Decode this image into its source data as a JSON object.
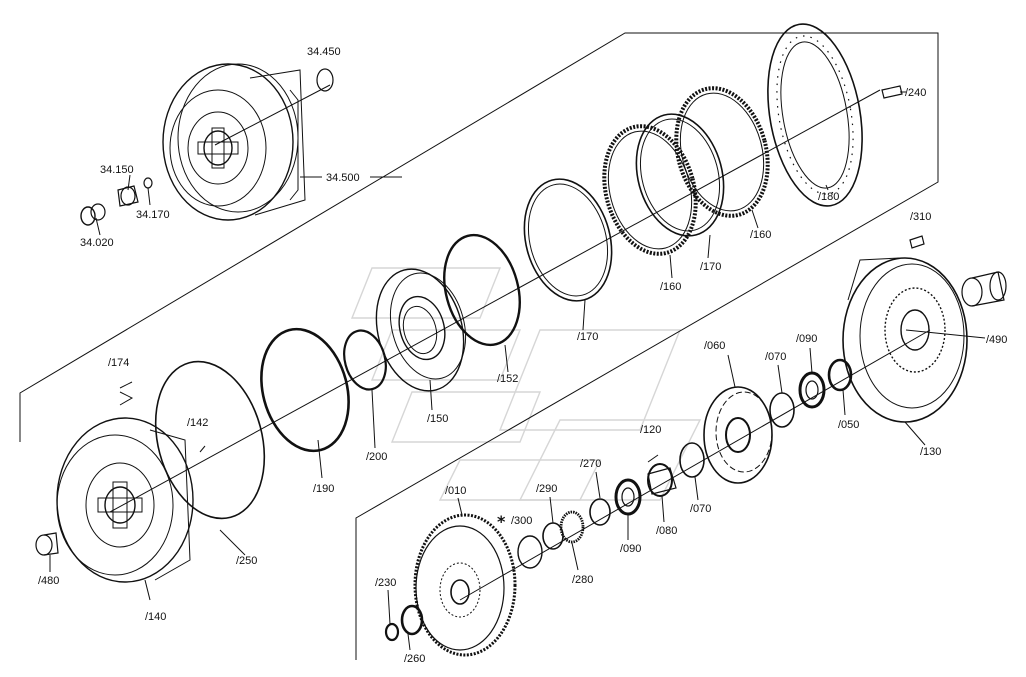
{
  "diagram": {
    "labels": {
      "l34450": "34.450",
      "l34500": "34.500",
      "l34150": "34.150",
      "l34170": "34.170",
      "l34020": "34.020",
      "l174": "/174",
      "l142": "/142",
      "l480": "/480",
      "l140": "/140",
      "l250": "/250",
      "l190": "/190",
      "l200": "/200",
      "l150": "/150",
      "l152": "/152",
      "l170a": "/170",
      "l170b": "/170",
      "l160a": "/160",
      "l160b": "/160",
      "l180": "/180",
      "l240": "/240",
      "l310": "/310",
      "l490": "/490",
      "l130": "/130",
      "l050": "/050",
      "l090a": "/090",
      "l070a": "/070",
      "l060": "/060",
      "l120": "/120",
      "l070b": "/070",
      "l080": "/080",
      "l090b": "/090",
      "l270": "/270",
      "l290": "/290",
      "l280": "/280",
      "l300": "/300",
      "star": "*",
      "l010": "/010",
      "l230": "/230",
      "l260": "/260"
    }
  }
}
